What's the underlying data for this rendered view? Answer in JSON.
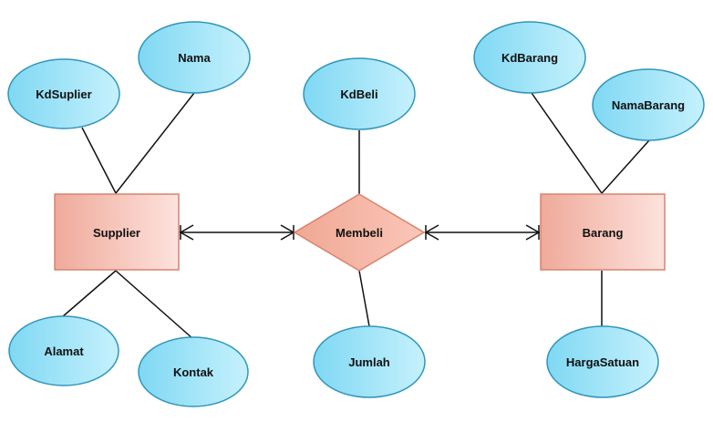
{
  "entities": {
    "supplier": "Supplier",
    "barang": "Barang"
  },
  "relationship": {
    "membeli": "Membeli"
  },
  "attributes": {
    "kdsuplier": "KdSuplier",
    "nama": "Nama",
    "alamat": "Alamat",
    "kontak": "Kontak",
    "kdbeli": "KdBeli",
    "jumlah": "Jumlah",
    "kdbarang": "KdBarang",
    "namabarang": "NamaBarang",
    "hargasatuan": "HargaSatuan"
  },
  "colors": {
    "entity_fill_start": "#efaa9a",
    "entity_fill_end": "#fde2dd",
    "entity_stroke": "#d9826f",
    "relationship_fill": "#f4b4a3",
    "attribute_fill_start": "#7fd8f3",
    "attribute_fill_end": "#c6f1fd",
    "attribute_stroke": "#2f95bb",
    "line": "#111111"
  }
}
